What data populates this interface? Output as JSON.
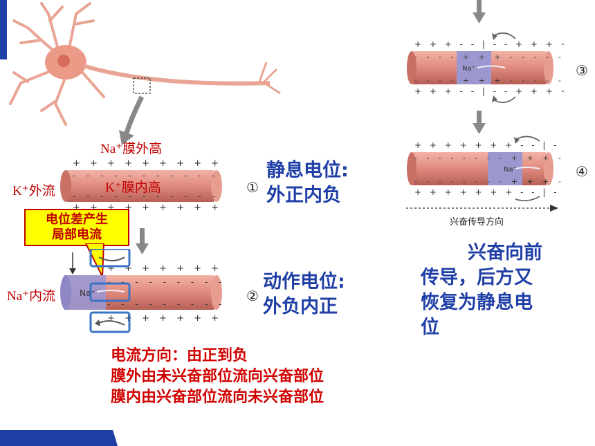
{
  "labels": {
    "na_out_high": "Na⁺膜外高",
    "k_in_high": "K⁺膜内高",
    "k_out_flow": "K⁺外流",
    "na_in_flow": "Na⁺内流",
    "na_ion": "Na⁺",
    "num1": "①",
    "num2": "②",
    "num3": "③",
    "num4": "④",
    "direction": "兴奋传导方向"
  },
  "callout": {
    "line1": "电位差产生",
    "line2": "局部电流"
  },
  "texts": {
    "rest_line1": "静息电位:",
    "rest_line2": "外正内负",
    "action_line1": "动作电位:",
    "action_line2": "外负内正",
    "prop_line1": "兴奋向前",
    "prop_line2": "传导，后方又",
    "prop_line3": "恢复为静息电",
    "prop_line4": "位",
    "current_line1": "电流方向：由正到负",
    "current_line2": "膜外由未兴奋部位流向兴奋部位",
    "current_line3": "膜内由兴奋部位流向未兴奋部位"
  },
  "colors": {
    "accent_blue": "#1f3fa6",
    "red": "#d10000",
    "membrane": "#e08a7f",
    "excited": "#9c97cf"
  }
}
